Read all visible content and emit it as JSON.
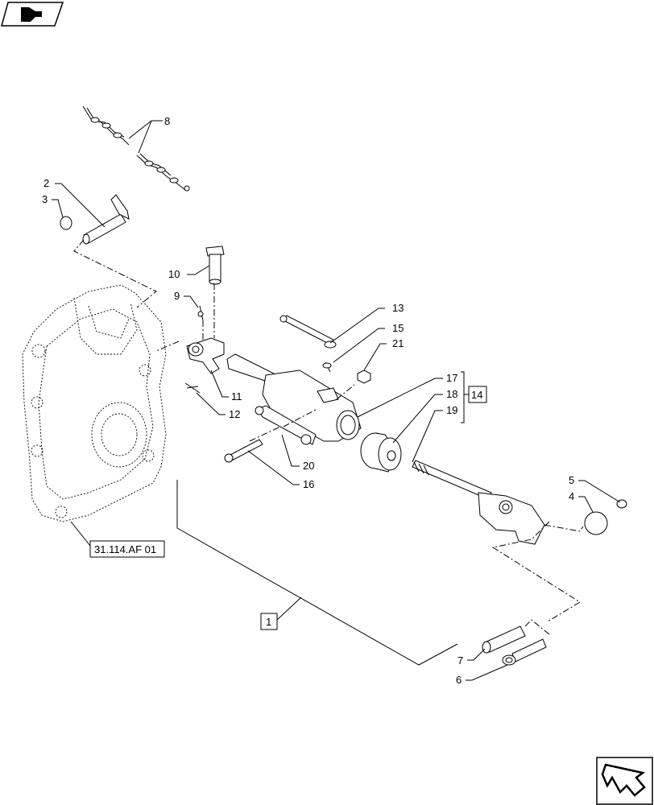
{
  "callouts": {
    "c1": "1",
    "c2": "2",
    "c3": "3",
    "c4": "4",
    "c5": "5",
    "c6": "6",
    "c7": "7",
    "c8": "8",
    "c9": "9",
    "c10": "10",
    "c11": "11",
    "c12": "12",
    "c13": "13",
    "c14": "14",
    "c15": "15",
    "c16": "16",
    "c17": "17",
    "c18": "18",
    "c19": "19",
    "c20": "20",
    "c21": "21"
  },
  "reference": "31.114.AF 01",
  "icons": {
    "top_left": "page-back-icon",
    "bottom_right": "next-page-arrow-icon"
  }
}
